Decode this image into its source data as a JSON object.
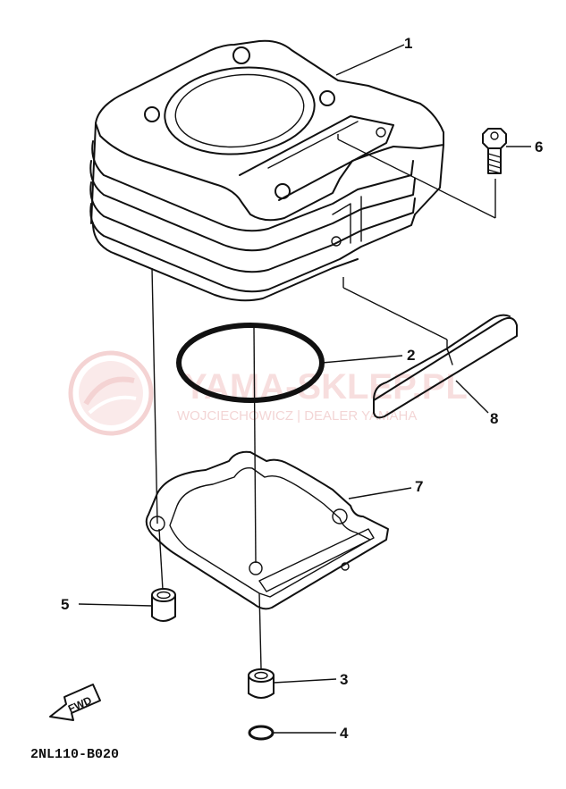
{
  "diagram_code": "2NL110-B020",
  "forward_label": "FWD",
  "watermark": {
    "main": "YAMA-SKLEP.PL",
    "sub": "WOJCIECHOWICZ | DEALER YAMAHA"
  },
  "callouts": {
    "c1": "1",
    "c2": "2",
    "c3": "3",
    "c4": "4",
    "c5": "5",
    "c6": "6",
    "c7": "7",
    "c8": "8"
  },
  "parts": [
    {
      "number": "1",
      "name": "cylinder"
    },
    {
      "number": "2",
      "name": "o-ring"
    },
    {
      "number": "3",
      "name": "dowel pin"
    },
    {
      "number": "4",
      "name": "o-ring small"
    },
    {
      "number": "5",
      "name": "dowel pin"
    },
    {
      "number": "6",
      "name": "bolt"
    },
    {
      "number": "7",
      "name": "cylinder gasket"
    },
    {
      "number": "8",
      "name": "cam chain guide"
    }
  ],
  "colors": {
    "ink": "#111111",
    "watermark": "#e8a0a0",
    "background": "#ffffff"
  }
}
